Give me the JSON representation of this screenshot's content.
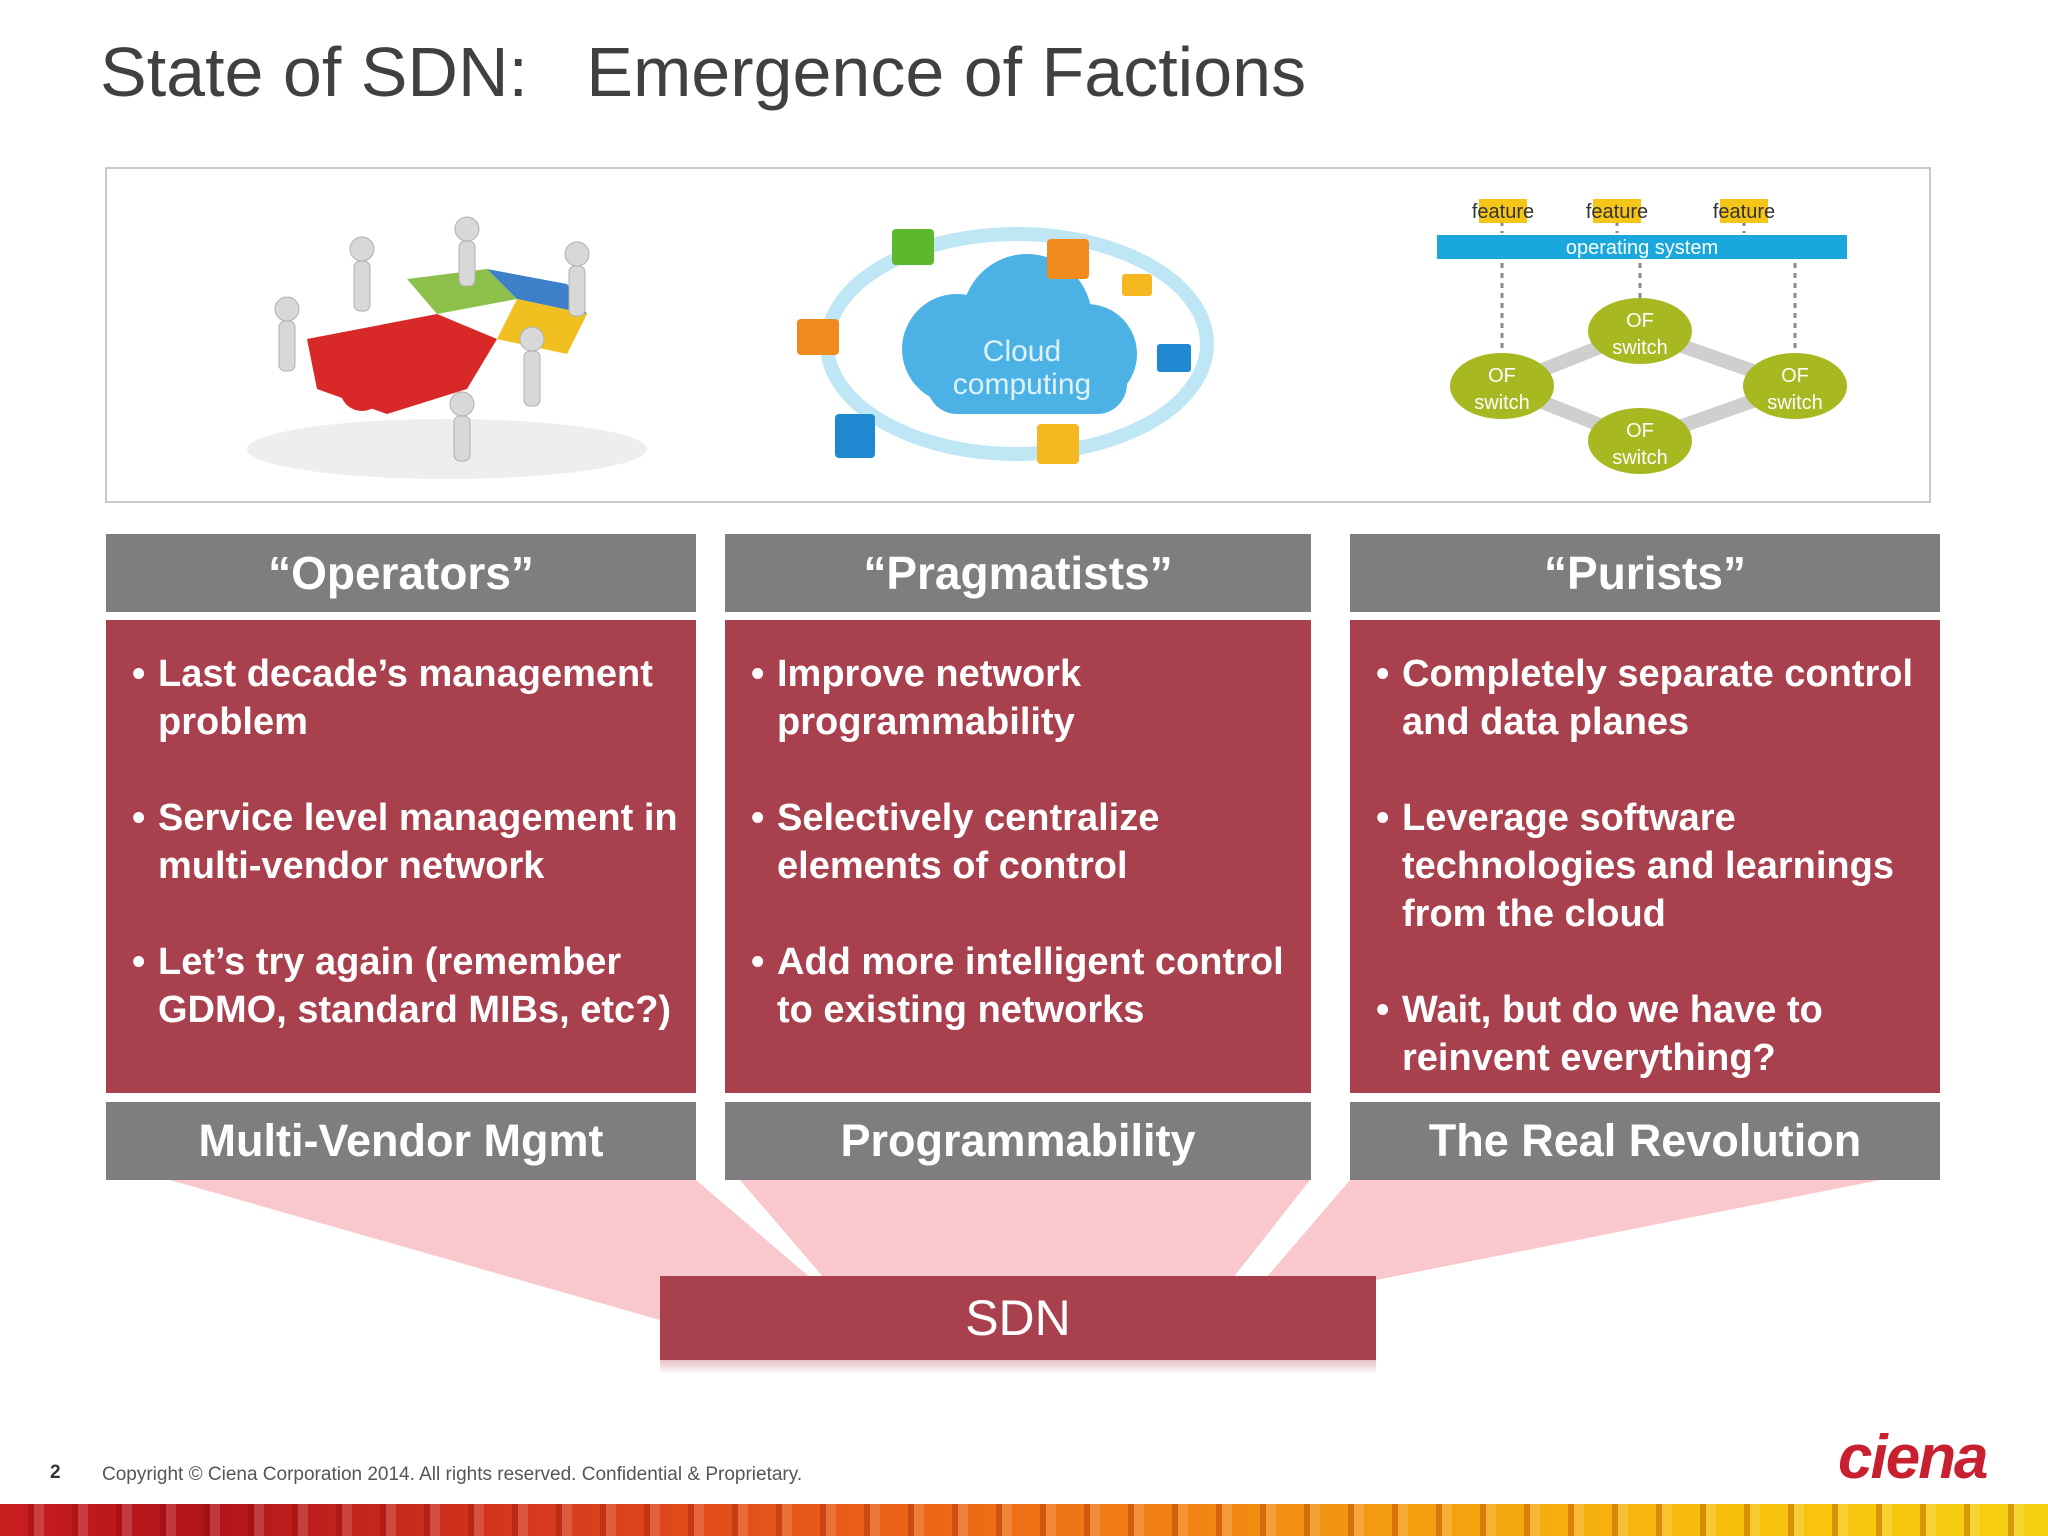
{
  "slide": {
    "title": "State of SDN:   Emergence of Factions",
    "page_number": "2",
    "copyright": "Copyright © Ciena Corporation 2014. All rights reserved. Confidential & Proprietary.",
    "logo_text": "ciena"
  },
  "images": {
    "cloud_text": [
      "Cloud",
      "computing"
    ],
    "diagram": {
      "features": [
        "feature",
        "feature",
        "feature"
      ],
      "os_label": "operating system",
      "switch_line1": "OF",
      "switch_line2": "switch"
    }
  },
  "columns": [
    {
      "header": "“Operators”",
      "bullets": [
        "Last decade’s management problem",
        "Service level management in multi-vendor network",
        "Let’s try again (remember GDMO, standard MIBs, etc?)"
      ],
      "footer": "Multi-Vendor Mgmt"
    },
    {
      "header": "“Pragmatists”",
      "bullets": [
        "Improve network programmability",
        "Selectively centralize elements of control",
        "Add more intelligent control to existing networks"
      ],
      "footer": "Programmability"
    },
    {
      "header": "“Purists”",
      "bullets": [
        "Completely separate control and data planes",
        "Leverage software technologies and learnings from the cloud",
        "Wait, but do we have to reinvent everything?"
      ],
      "footer": "The Real Revolution"
    }
  ],
  "sdn_label": "SDN",
  "colors": {
    "header_gray": "#7e7e80",
    "body_red": "#a8404d",
    "funnel_pink": "#f8c8cc",
    "switch_green": "#a8b820",
    "os_blue": "#1aa8dc",
    "feature_yellow": "#f5c518"
  }
}
